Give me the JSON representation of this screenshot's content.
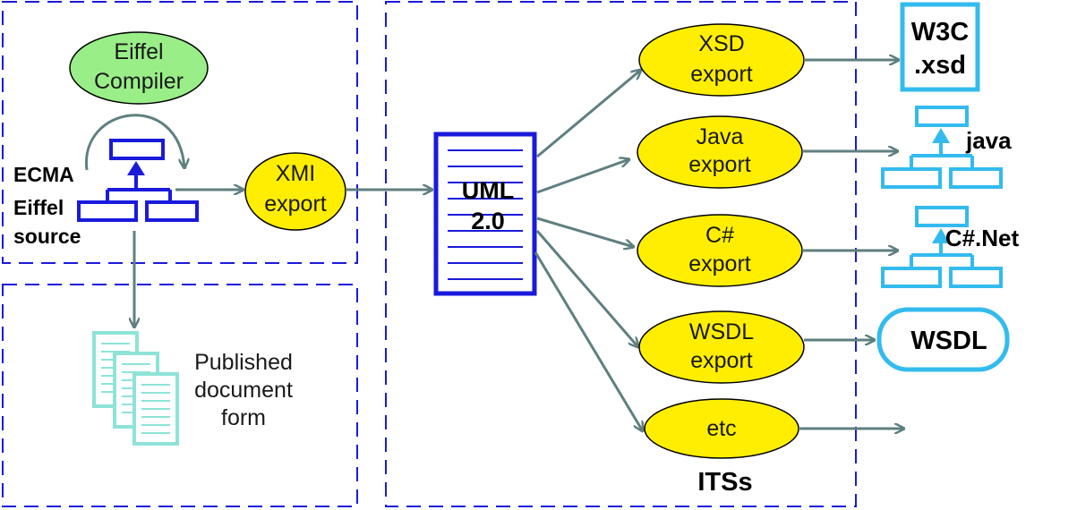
{
  "diagram": {
    "compiler": {
      "line1": "Eiffel",
      "line2": "Compiler"
    },
    "source": {
      "line1": "ECMA",
      "line2": "Eiffel",
      "line3": "source"
    },
    "xmi": {
      "line1": "XMI",
      "line2": "export"
    },
    "uml": {
      "line1": "UML",
      "line2": "2.0"
    },
    "published": {
      "line1": "Published",
      "line2": "document",
      "line3": "form"
    },
    "exports": [
      {
        "line1": "XSD",
        "line2": "export"
      },
      {
        "line1": "Java",
        "line2": "export"
      },
      {
        "line1": "C#",
        "line2": "export"
      },
      {
        "line1": "WSDL",
        "line2": "export"
      },
      {
        "line1": "etc",
        "line2": ""
      }
    ],
    "targets": {
      "w3c_line1": "W3C",
      "w3c_line2": ".xsd",
      "java": "java",
      "csharp": "C#.Net",
      "wsdl": "WSDL"
    },
    "its_label": "ITSs"
  },
  "colors": {
    "dashed_border": "#1a1adc",
    "arrow": "#5f7f7f",
    "compiler_fill": "#99ee88",
    "export_fill": "#ffee00",
    "uml_blue": "#1a1adc",
    "target_cyan": "#33bbee",
    "doc_cyan": "#8ee3d8"
  }
}
